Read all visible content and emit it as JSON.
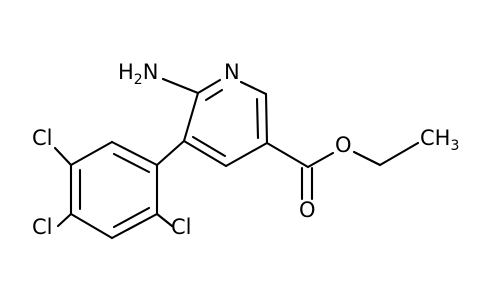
{
  "diagram": {
    "type": "chemical-structure",
    "atom_labels": {
      "amino": {
        "main": "H",
        "sub": "2",
        "tail": "N"
      },
      "ring_n": "N",
      "cl_top": "Cl",
      "cl_mid": "Cl",
      "cl_right": "Cl",
      "ester_o": "O",
      "carbonyl_o": "O",
      "methyl": {
        "main": "CH",
        "sub": "3"
      }
    },
    "colors": {
      "bond": "#000000",
      "label": "#000000",
      "background": "#ffffff"
    }
  }
}
